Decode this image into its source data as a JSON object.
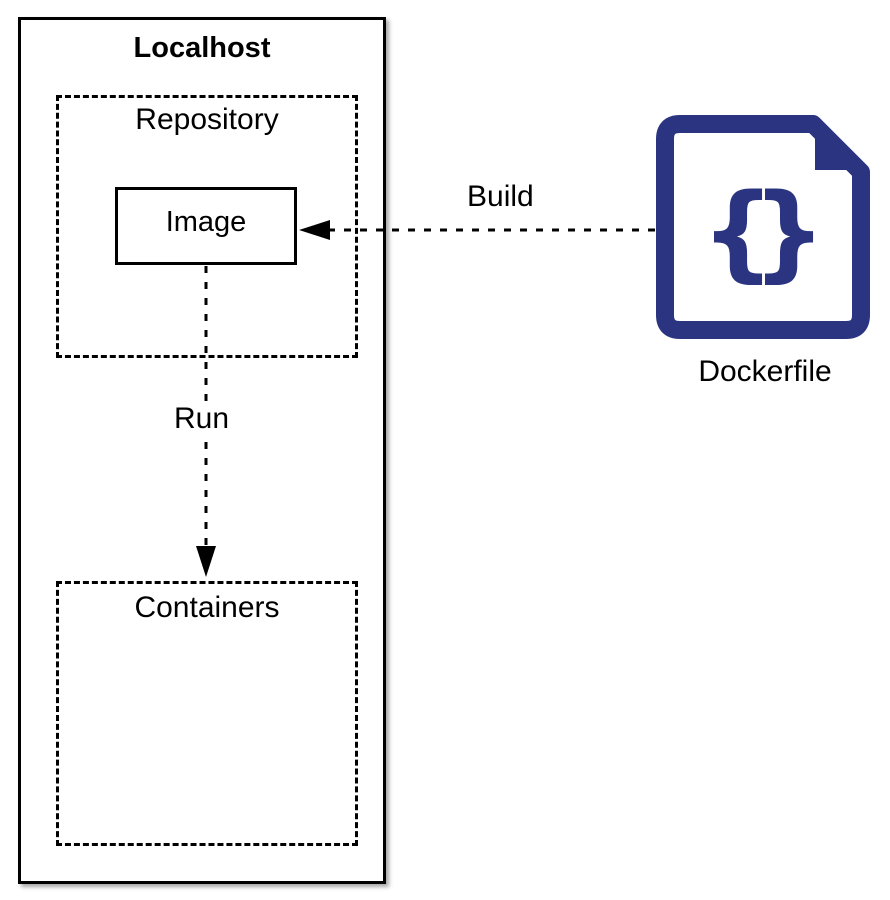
{
  "localhost": {
    "title": "Localhost"
  },
  "repository": {
    "label": "Repository"
  },
  "image": {
    "label": "Image"
  },
  "containers": {
    "label": "Containers"
  },
  "edges": {
    "run": "Run",
    "build": "Build"
  },
  "dockerfile": {
    "label": "Dockerfile",
    "icon": "curly-braces-document-icon"
  },
  "colors": {
    "dockerfile_icon": "#2b3480",
    "stroke": "#000000"
  }
}
